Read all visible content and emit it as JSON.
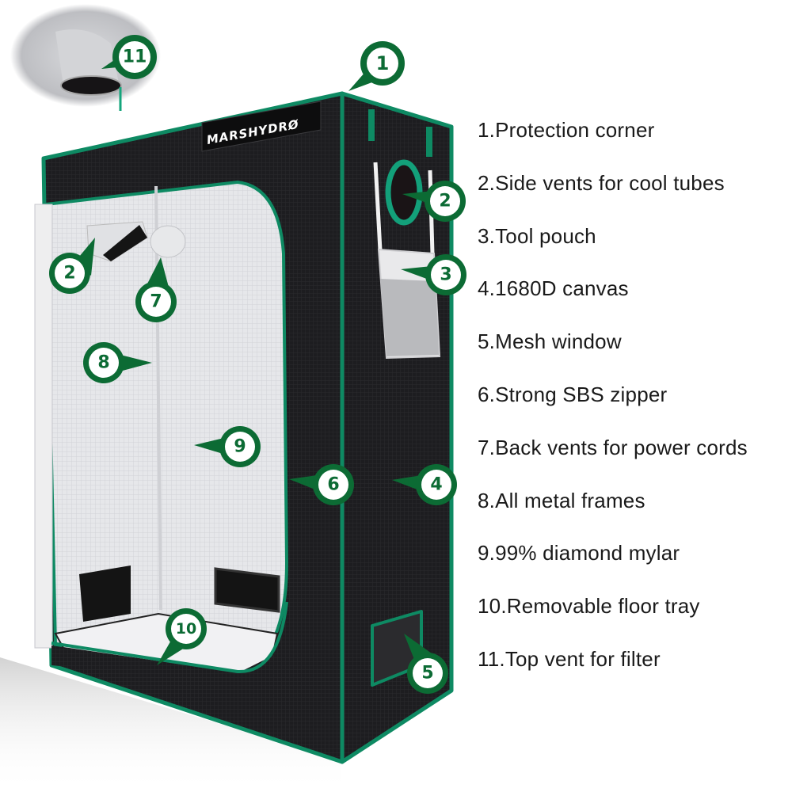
{
  "brand": {
    "logo_text": "MARSHYDRØ"
  },
  "colors": {
    "badge_green": "#0c6b34",
    "trim_green": "#0e8a63",
    "canvas_black": "#1b1b1d",
    "mylar_silver": "#e4e5e8",
    "text": "#1a1a1a"
  },
  "features": [
    {
      "num": "1",
      "label": "1.Protection corner"
    },
    {
      "num": "2",
      "label": "2.Side vents for cool tubes"
    },
    {
      "num": "3",
      "label": "3.Tool pouch"
    },
    {
      "num": "4",
      "label": "4.1680D canvas"
    },
    {
      "num": "5",
      "label": "5.Mesh window"
    },
    {
      "num": "6",
      "label": "6.Strong SBS zipper"
    },
    {
      "num": "7",
      "label": "7.Back vents for power cords"
    },
    {
      "num": "8",
      "label": "8.All metal frames"
    },
    {
      "num": "9",
      "label": "9.99% diamond mylar"
    },
    {
      "num": "10",
      "label": "10.Removable floor tray"
    },
    {
      "num": "11",
      "label": "11.Top vent for filter"
    }
  ],
  "callouts": [
    {
      "num": "1",
      "target": "Top right protection corner"
    },
    {
      "num": "2",
      "target": "Side vent (exterior)"
    },
    {
      "num": "2",
      "target": "Side vent (interior)"
    },
    {
      "num": "3",
      "target": "Tool pouch"
    },
    {
      "num": "4",
      "target": "Side canvas panel"
    },
    {
      "num": "5",
      "target": "Mesh window"
    },
    {
      "num": "6",
      "target": "Door zipper"
    },
    {
      "num": "7",
      "target": "Back vent"
    },
    {
      "num": "8",
      "target": "Metal frame pole"
    },
    {
      "num": "9",
      "target": "Mylar lining"
    },
    {
      "num": "10",
      "target": "Floor tray"
    },
    {
      "num": "11",
      "target": "Top vent inset"
    }
  ]
}
